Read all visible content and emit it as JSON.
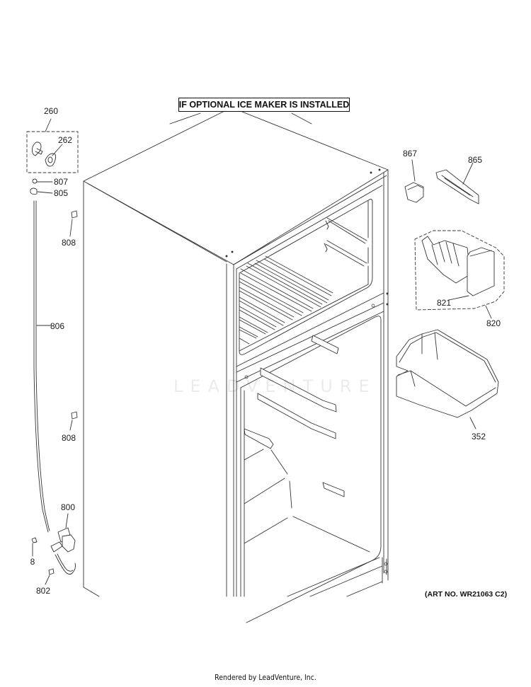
{
  "diagram": {
    "title_banner": "IF OPTIONAL ICE MAKER IS INSTALLED",
    "art_number": "(ART NO. WR21063 C2)",
    "watermark": "LEADVENTURE",
    "footer": "Rendered by LeadVenture, Inc.",
    "colors": {
      "line": "#333333",
      "text": "#1a1a1a",
      "background": "#ffffff",
      "watermark": "#e6e6e6"
    }
  },
  "callouts": [
    {
      "id": "260",
      "label": "260",
      "part": "kit-group-dashed"
    },
    {
      "id": "262",
      "label": "262",
      "part": "grommet"
    },
    {
      "id": "807",
      "label": "807",
      "part": "fitting"
    },
    {
      "id": "805",
      "label": "805",
      "part": "clip"
    },
    {
      "id": "808a",
      "label": "808",
      "part": "tube-clip-upper"
    },
    {
      "id": "806",
      "label": "806",
      "part": "water-tube"
    },
    {
      "id": "808b",
      "label": "808",
      "part": "tube-clip-lower"
    },
    {
      "id": "800",
      "label": "800",
      "part": "water-valve"
    },
    {
      "id": "8",
      "label": "8",
      "part": "screw"
    },
    {
      "id": "802",
      "label": "802",
      "part": "clamp"
    },
    {
      "id": "867",
      "label": "867",
      "part": "bracket"
    },
    {
      "id": "865",
      "label": "865",
      "part": "harness-cover"
    },
    {
      "id": "821",
      "label": "821",
      "part": "ice-maker"
    },
    {
      "id": "820",
      "label": "820",
      "part": "ice-maker-kit-dashed"
    },
    {
      "id": "352",
      "label": "352",
      "part": "ice-bucket"
    }
  ]
}
